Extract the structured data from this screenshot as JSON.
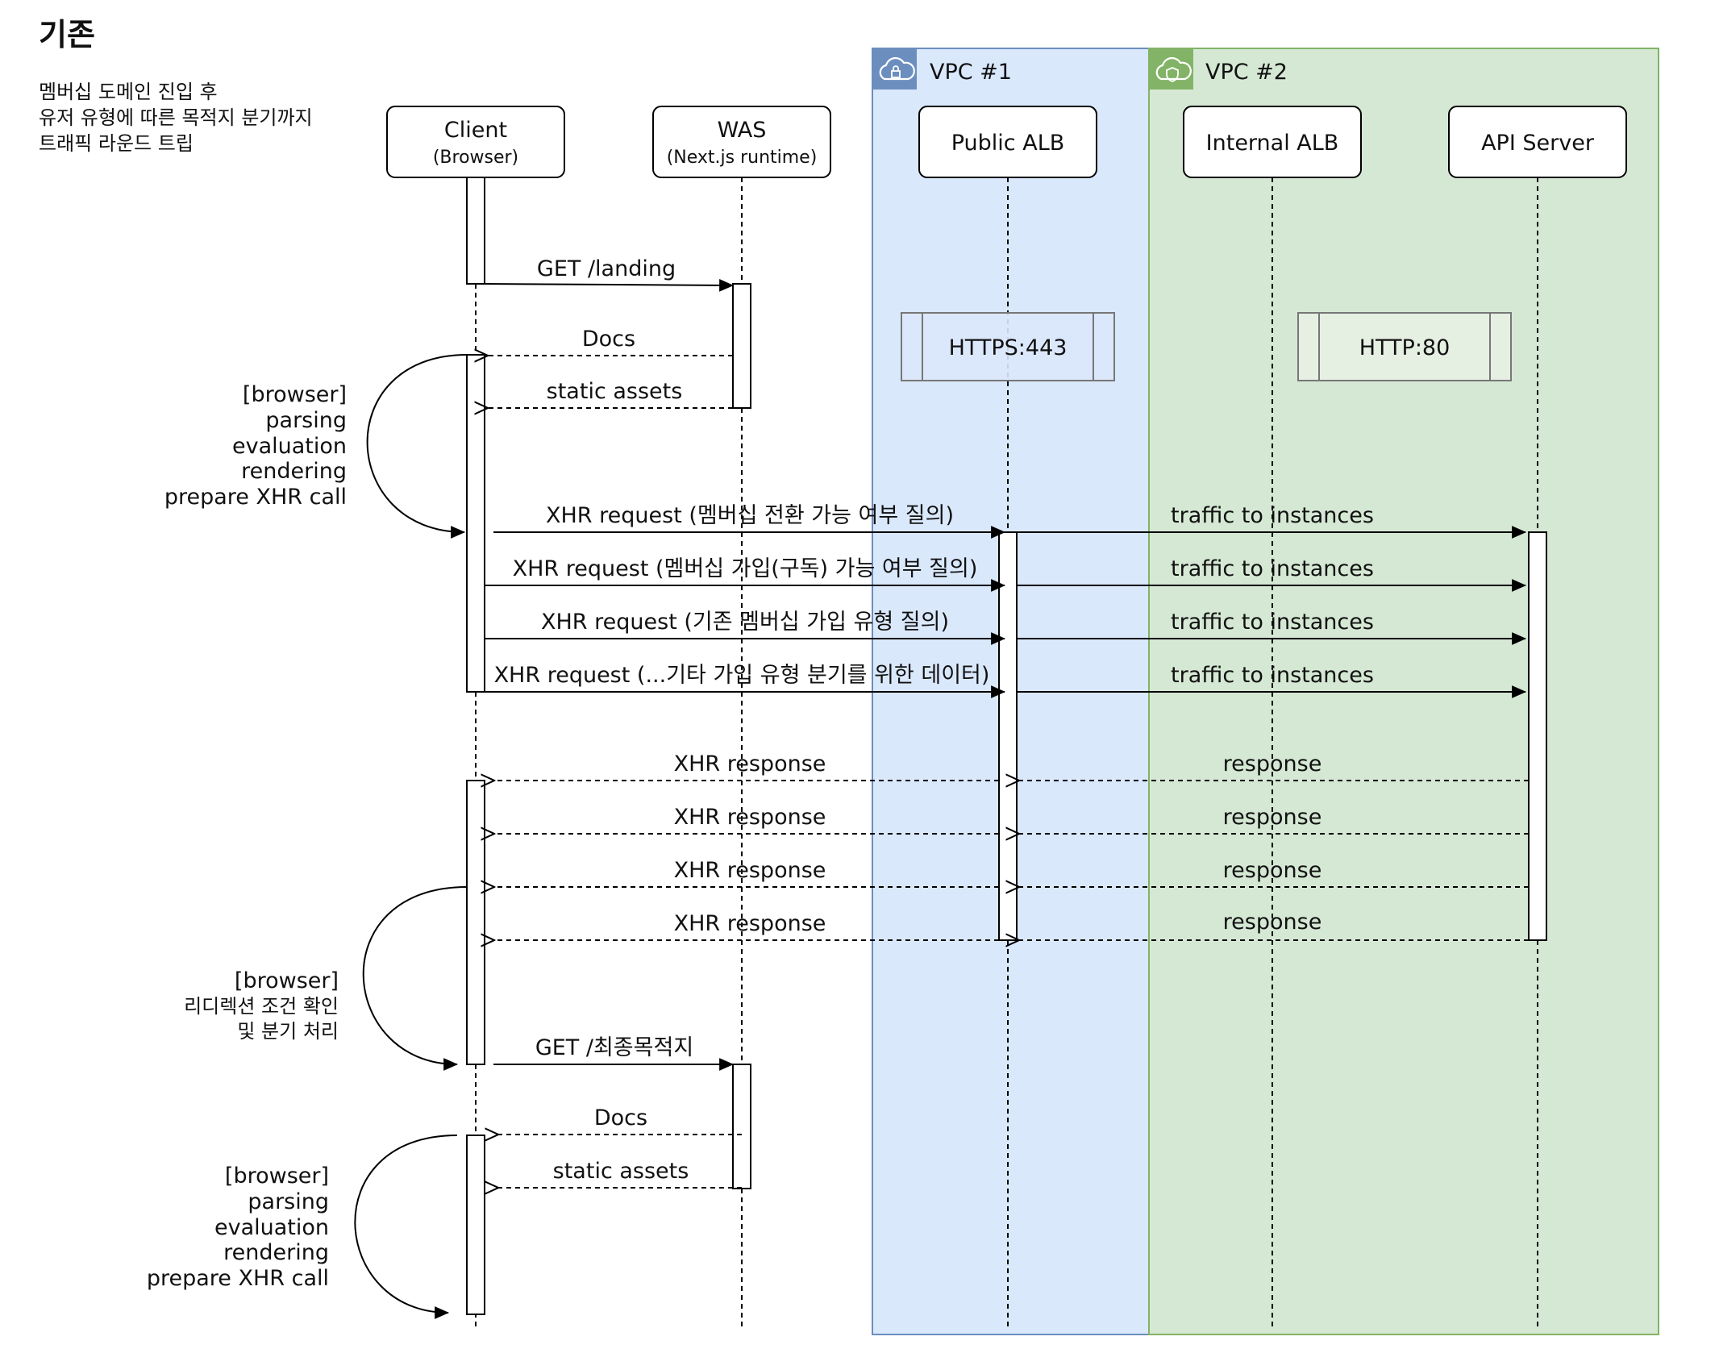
{
  "page": {
    "title": "기존",
    "description": [
      "멤버십 도메인 진입 후",
      "유저 유형에 따른 목적지 분기까지",
      "트래픽 라운드 트립"
    ]
  },
  "vpcs": [
    {
      "label": "VPC #1",
      "fill": "#dae8fc",
      "stroke": "#6c8ebf",
      "icon": "cloud-lock-icon",
      "icon_bg": "#6c8ebf"
    },
    {
      "label": "VPC #2",
      "fill": "#d5e8d4",
      "stroke": "#82b366",
      "icon": "cloud-shield-icon",
      "icon_bg": "#82b366"
    }
  ],
  "participants": [
    {
      "id": "client",
      "label": "Client",
      "sub": "(Browser)"
    },
    {
      "id": "was",
      "label": "WAS",
      "sub": "(Next.js runtime)"
    },
    {
      "id": "public-alb",
      "label": "Public ALB",
      "sub": ""
    },
    {
      "id": "internal-alb",
      "label": "Internal ALB",
      "sub": ""
    },
    {
      "id": "api-server",
      "label": "API Server",
      "sub": ""
    }
  ],
  "listeners": [
    {
      "label": "HTTPS:443"
    },
    {
      "label": "HTTP:80"
    }
  ],
  "messages": [
    {
      "label": "GET /landing"
    },
    {
      "label": "Docs"
    },
    {
      "label": "static assets"
    },
    {
      "label": "XHR request (멤버십 전환 가능 여부 질의)"
    },
    {
      "label": "XHR request (멤버십 가입(구독) 가능 여부 질의)"
    },
    {
      "label": "XHR request (기존 멤버십 가입 유형 질의)"
    },
    {
      "label": "XHR request (...기타 가입 유형 분기를 위한 데이터)"
    },
    {
      "label": "traffic to instances"
    },
    {
      "label": "traffic to instances"
    },
    {
      "label": "traffic to instances"
    },
    {
      "label": "traffic to instances"
    },
    {
      "label": "XHR response"
    },
    {
      "label": "XHR response"
    },
    {
      "label": "XHR response"
    },
    {
      "label": "XHR response"
    },
    {
      "label": "response"
    },
    {
      "label": "response"
    },
    {
      "label": "response"
    },
    {
      "label": "response"
    },
    {
      "label": "GET /최종목적지"
    },
    {
      "label": "Docs"
    },
    {
      "label": "static assets"
    }
  ],
  "notes": [
    {
      "lines": [
        "[browser]",
        "parsing",
        "evaluation",
        "rendering",
        "prepare XHR call"
      ]
    },
    {
      "lines": [
        "[browser]",
        "리디렉션 조건 확인",
        "및 분기 처리"
      ]
    },
    {
      "lines": [
        "[browser]",
        "parsing",
        "evaluation",
        "rendering",
        "prepare XHR call"
      ]
    }
  ]
}
